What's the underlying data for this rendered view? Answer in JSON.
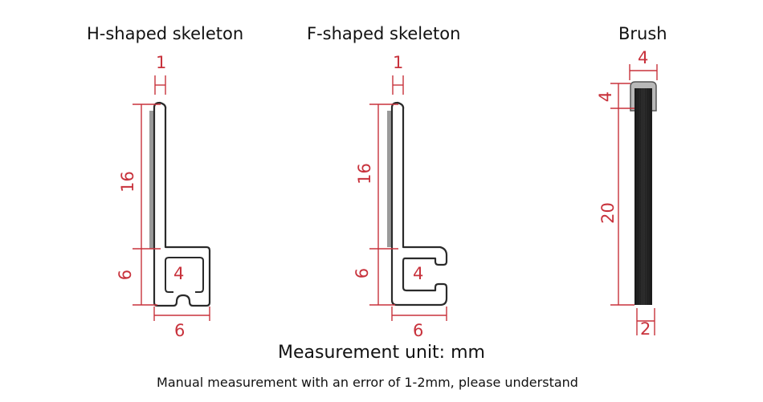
{
  "titles": {
    "h_skeleton": "H-shaped skeleton",
    "f_skeleton": "F-shaped skeleton",
    "brush": "Brush"
  },
  "h_skeleton": {
    "thickness": "1",
    "height_upper": "16",
    "height_lower": "6",
    "inner_width": "4",
    "base_width": "6"
  },
  "f_skeleton": {
    "thickness": "1",
    "height_upper": "16",
    "height_lower": "6",
    "inner_width": "4",
    "base_width": "6"
  },
  "brush": {
    "top_width": "4",
    "cap_height": "4",
    "bristle_height": "20",
    "bottom_width": "2"
  },
  "footer": {
    "unit": "Measurement unit: mm",
    "note": "Manual measurement with an error of 1-2mm, please understand"
  },
  "colors": {
    "dimension": "#c8323c",
    "outline": "#2a2a2a",
    "shading": "#9a9a9a",
    "bristles": "#1a1a1a"
  }
}
